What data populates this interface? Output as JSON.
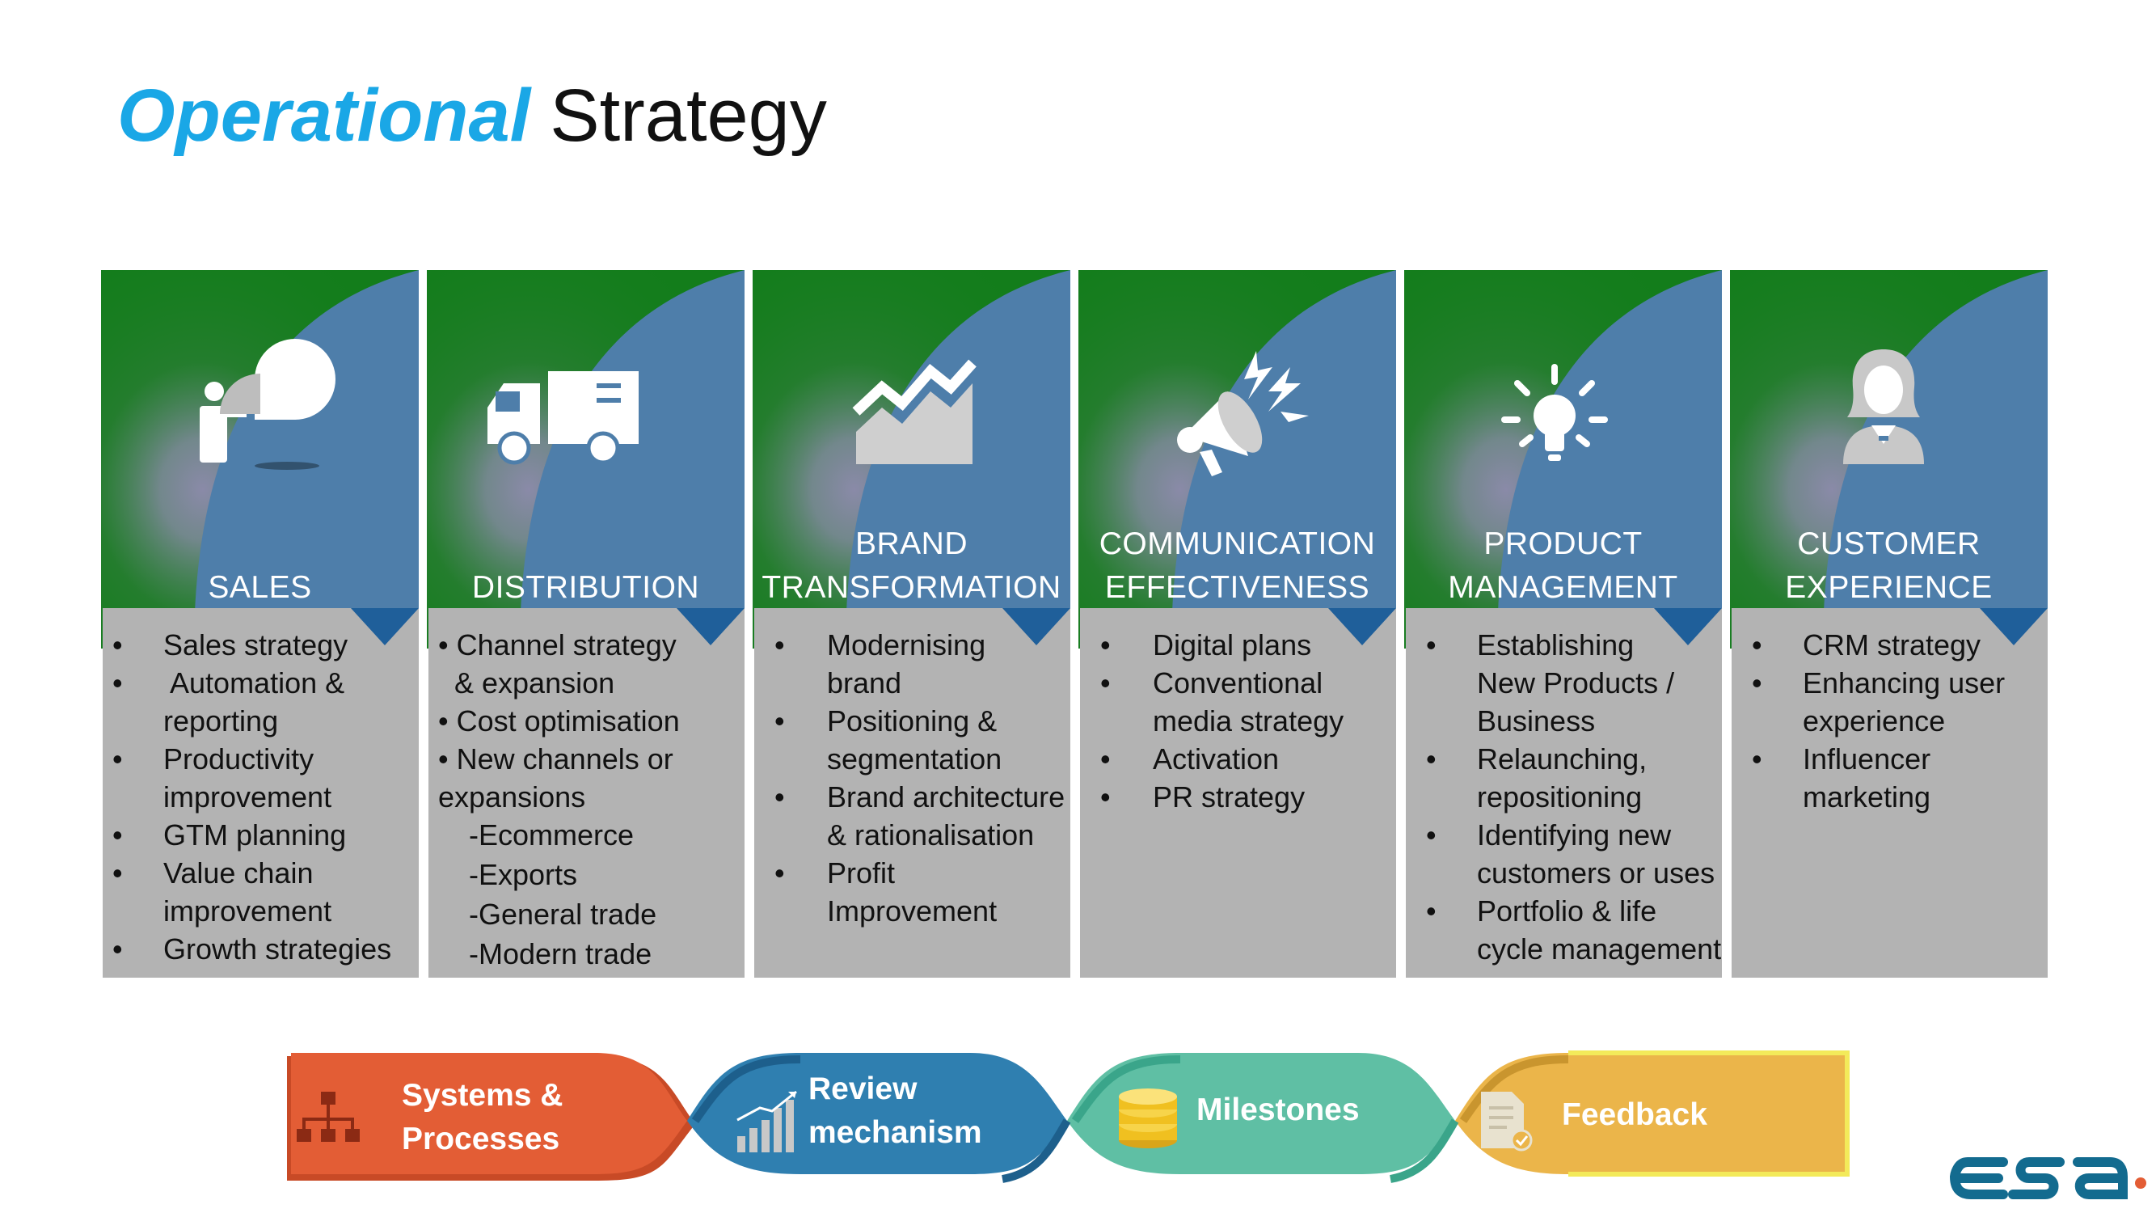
{
  "title": {
    "emphasis": "Operational",
    "rest": "Strategy"
  },
  "colors": {
    "accent": "#1aa7e6",
    "header_green": "#137d1b",
    "header_blue": "#4e7eaa",
    "body_gray": "#b3b3b3",
    "triangle": "#1f5f9a"
  },
  "columns": [
    {
      "heading": "SALES",
      "icon": "presenter-pie-chart-icon",
      "items": [
        "•",
        "Sales strategy",
        "•",
        " Automation &",
        "reporting",
        "•",
        "Productivity",
        "improvement",
        "•",
        "GTM planning",
        "•",
        "Value chain",
        "improvement",
        "•",
        "Growth strategies"
      ]
    },
    {
      "heading": "DISTRIBUTION",
      "icon": "delivery-truck-icon",
      "items": [
        "• Channel strategy",
        "  & expansion",
        "• Cost optimisation",
        "• New channels or",
        "expansions",
        "-Ecommerce",
        "-Exports",
        "-General trade",
        "-Modern trade"
      ]
    },
    {
      "heading": "BRAND\nTRANSFORMATION",
      "icon": "area-chart-icon",
      "items": [
        "•",
        "Modernising",
        "brand",
        "•",
        "Positioning &",
        "segmentation",
        "•",
        "Brand architecture",
        "& rationalisation",
        "•",
        "Profit",
        "Improvement"
      ]
    },
    {
      "heading": "COMMUNICATION\nEFFECTIVENESS",
      "icon": "megaphone-icon",
      "items": [
        "•",
        "Digital plans",
        "•",
        "Conventional",
        "media strategy",
        "•",
        "Activation",
        "•",
        "PR strategy"
      ]
    },
    {
      "heading": "PRODUCT\nMANAGEMENT",
      "icon": "lightbulb-icon",
      "items": [
        "•",
        "Establishing",
        "New Products /",
        "Business",
        "•",
        "Relaunching,",
        "repositioning",
        "•",
        "Identifying new",
        "customers or uses",
        "•",
        "Portfolio & life",
        "cycle management"
      ]
    },
    {
      "heading": "CUSTOMER\nEXPERIENCE",
      "icon": "customer-woman-icon",
      "items": [
        "•",
        "CRM strategy",
        "•",
        "Enhancing user",
        "experience",
        "•",
        "Influencer",
        "marketing"
      ]
    }
  ],
  "bottom_band": [
    {
      "label": "Systems &\nProcesses",
      "icon": "org-chart-icon",
      "color": "#e35d35"
    },
    {
      "label": "Review\nmechanism",
      "icon": "growth-bars-icon",
      "color": "#2f7fb0"
    },
    {
      "label": "Milestones",
      "icon": "coin-stack-icon",
      "color": "#5fbfa4"
    },
    {
      "label": "Feedback",
      "icon": "document-check-icon",
      "color": "#ebb54a"
    }
  ],
  "logo": {
    "text": "esa",
    "icon": "esa-logo"
  }
}
